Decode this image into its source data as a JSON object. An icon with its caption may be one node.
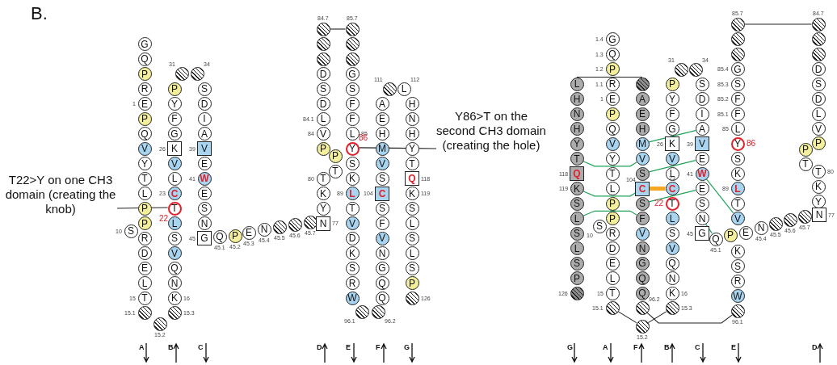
{
  "diagram": {
    "nodes": [
      {
        "text": [
          "G"
        ]
      },
      {
        "text": [
          "Q"
        ]
      },
      {
        "text": [
          "P"
        ]
      },
      {
        "text": [
          "R"
        ]
      },
      {
        "text": [
          "E"
        ],
        "beside": [
          "1"
        ]
      },
      {
        "text": [
          "P"
        ]
      },
      {
        "text": [
          "Q"
        ]
      },
      {
        "text": [
          "V"
        ]
      },
      {
        "text": [
          "Y"
        ]
      },
      {
        "text": [
          "T"
        ]
      },
      {
        "text": [
          "L"
        ]
      },
      {
        "text": [
          "P"
        ]
      },
      {
        "text": [
          "P"
        ]
      },
      {
        "text": [
          "S"
        ],
        "beside": [
          "10"
        ]
      },
      {
        "text": [
          "R"
        ]
      },
      {
        "text": [
          "D"
        ]
      },
      {
        "text": [
          "E"
        ]
      },
      {
        "text": [
          "L"
        ]
      },
      {
        "text": [
          "T"
        ],
        "beside": [
          "15"
        ]
      },
      {
        "text": [],
        "shape": "circle",
        "beside": [
          "15.1"
        ]
      },
      {
        "text": [],
        "shape": "circle",
        "beside": [
          "15.2"
        ]
      },
      {
        "text": [],
        "shape": "circle",
        "beside": [
          "15.3"
        ]
      },
      {
        "text": [
          "K"
        ],
        "beside": [
          "16"
        ]
      },
      {
        "text": [
          "N"
        ]
      },
      {
        "text": [
          "Q"
        ]
      },
      {
        "text": [
          "V"
        ]
      },
      {
        "text": [
          "S"
        ]
      },
      {
        "text": [
          "L"
        ]
      },
      {
        "text": [
          "T"
        ],
        "beside": [
          "22"
        ]
      },
      {
        "text": [
          "C"
        ],
        "beside": [
          "23"
        ]
      },
      {
        "text": [
          "L"
        ]
      },
      {
        "text": [
          "V"
        ]
      },
      {
        "text": [
          "K"
        ],
        "beside": [
          "26"
        ]
      },
      {
        "text": [
          "G"
        ]
      },
      {
        "text": [
          "F"
        ]
      },
      {
        "text": [
          "Y"
        ]
      },
      {
        "text": [
          "P"
        ]
      },
      {
        "text": [],
        "shape": "circle",
        "beside": [
          "31"
        ]
      },
      {
        "text": [],
        "shape": "circle",
        "beside": [
          "34"
        ]
      },
      {
        "text": [
          "S"
        ]
      },
      {
        "text": [
          "D"
        ]
      },
      {
        "text": [
          "I"
        ]
      },
      {
        "text": [
          "A"
        ]
      },
      {
        "text": [
          "V"
        ],
        "beside": [
          "39"
        ]
      },
      {
        "text": [
          "E"
        ]
      },
      {
        "text": [
          "W"
        ],
        "beside": [
          "41"
        ]
      },
      {
        "text": [
          "E"
        ]
      },
      {
        "text": [
          "S"
        ]
      },
      {
        "text": [
          "N"
        ]
      },
      {
        "text": [
          "G"
        ],
        "beside": [
          "45"
        ]
      },
      {
        "text": [
          "Q"
        ],
        "beside": [
          "45.1"
        ]
      },
      {
        "text": [
          "P"
        ],
        "beside": [
          "45.2"
        ]
      },
      {
        "text": [
          "E"
        ],
        "beside": [
          "45.3"
        ]
      },
      {
        "text": [
          "N"
        ],
        "beside": [
          "45.4"
        ]
      },
      {
        "text": [],
        "shape": "circle",
        "beside": [
          "45.5"
        ]
      },
      {
        "text": [],
        "shape": "circle",
        "beside": [
          "45.6"
        ]
      },
      {
        "text": [],
        "shape": "circle",
        "beside": [
          "45.7"
        ]
      },
      {
        "text": [
          "N"
        ],
        "beside": [
          "77"
        ]
      },
      {
        "text": [
          "Y"
        ]
      },
      {
        "text": [
          "K"
        ]
      },
      {
        "text": [
          "T"
        ],
        "beside": [
          "80"
        ]
      },
      {
        "text": [
          "T"
        ]
      },
      {
        "text": [
          "P"
        ]
      },
      {
        "text": [
          "P"
        ]
      },
      {
        "text": [
          "V"
        ],
        "beside": [
          "84"
        ]
      },
      {
        "text": [
          "L"
        ],
        "beside": [
          "84.1"
        ]
      },
      {
        "text": [
          "D"
        ]
      },
      {
        "text": [
          "S"
        ]
      },
      {
        "text": [
          "D"
        ]
      },
      {
        "text": [],
        "shape": "circle"
      },
      {
        "text": [],
        "shape": "circle"
      },
      {
        "text": [],
        "shape": "circle",
        "beside": [
          "84.7"
        ]
      },
      {
        "text": [],
        "shape": "circle",
        "beside": [
          "85.7"
        ]
      },
      {
        "text": [],
        "shape": "circle"
      },
      {
        "text": [],
        "shape": "circle"
      },
      {
        "text": [
          "G"
        ]
      },
      {
        "text": [
          "S"
        ]
      },
      {
        "text": [
          "F"
        ]
      },
      {
        "text": [
          "F"
        ]
      },
      {
        "text": [
          "L"
        ],
        "beside": [
          "85"
        ]
      },
      {
        "text": [
          "Y"
        ],
        "beside": [
          "86"
        ]
      },
      {
        "text": [
          "S"
        ]
      },
      {
        "text": [
          "K"
        ]
      },
      {
        "text": [
          "L"
        ],
        "beside": [
          "89"
        ]
      },
      {
        "text": [
          "T"
        ]
      },
      {
        "text": [
          "V"
        ]
      },
      {
        "text": [
          "D"
        ]
      },
      {
        "text": [
          "K"
        ]
      },
      {
        "text": [
          "S"
        ]
      },
      {
        "text": [
          "R"
        ]
      },
      {
        "text": [
          "W"
        ]
      },
      {
        "text": [],
        "shape": "circle",
        "beside": [
          "96.1"
        ]
      },
      {
        "text": [],
        "shape": "circle",
        "beside": [
          "96.2"
        ]
      },
      {
        "text": [
          "Q"
        ]
      },
      {
        "text": [
          "Q"
        ]
      },
      {
        "text": [
          "G"
        ]
      },
      {
        "text": [
          "N"
        ]
      },
      {
        "text": [
          "V"
        ]
      },
      {
        "text": [
          "F"
        ]
      },
      {
        "text": [
          "S"
        ]
      },
      {
        "text": [
          "C"
        ],
        "beside": [
          "104"
        ]
      },
      {
        "text": [
          "S"
        ]
      },
      {
        "text": [
          "V"
        ]
      },
      {
        "text": [
          "M"
        ]
      },
      {
        "text": [
          "H"
        ]
      },
      {
        "text": [
          "E"
        ]
      },
      {
        "text": [
          "A"
        ]
      },
      {
        "text": [],
        "shape": "circle",
        "beside": [
          "111"
        ]
      },
      {
        "text": [
          "L"
        ],
        "beside": [
          "112"
        ]
      },
      {
        "text": [
          "H"
        ]
      },
      {
        "text": [
          "N"
        ]
      },
      {
        "text": [
          "H"
        ]
      },
      {
        "text": [
          "Y"
        ]
      },
      {
        "text": [
          "T"
        ]
      },
      {
        "text": [
          "Q"
        ],
        "beside": [
          "118"
        ]
      },
      {
        "text": [
          "K"
        ],
        "beside": [
          "119"
        ]
      },
      {
        "text": [
          "S"
        ]
      },
      {
        "text": [
          "L"
        ]
      },
      {
        "text": [
          "S"
        ]
      },
      {
        "text": [
          "L"
        ]
      },
      {
        "text": [
          "S"
        ]
      },
      {
        "text": [
          "P"
        ]
      },
      {
        "text": [],
        "shape": "circle",
        "beside": [
          "126"
        ]
      },
      {
        "text": [
          "T22>Y on one CH3 domain (creating the knob)"
        ]
      },
      {
        "text": [
          "Y86>T on the second CH3 domain (creating the hole)"
        ]
      },
      {
        "text": [
          "G"
        ],
        "beside": [
          "1.4"
        ]
      },
      {
        "text": [
          "Q"
        ],
        "beside": [
          "1.3"
        ]
      },
      {
        "text": [
          "P"
        ],
        "beside": [
          "1.2"
        ]
      },
      {
        "text": [
          "R"
        ],
        "beside": [
          "1.1"
        ]
      },
      {
        "text": [
          "E"
        ],
        "beside": [
          "1"
        ]
      },
      {
        "text": [
          "P"
        ]
      },
      {
        "text": [
          "Q"
        ]
      },
      {
        "text": [
          "V"
        ]
      },
      {
        "text": [
          "Y"
        ]
      },
      {
        "text": [
          "T"
        ]
      },
      {
        "text": [
          "L"
        ]
      },
      {
        "text": [
          "P"
        ]
      },
      {
        "text": [
          "P"
        ]
      },
      {
        "text": [
          "S"
        ],
        "beside": [
          "10"
        ]
      },
      {
        "text": [
          "R"
        ]
      },
      {
        "text": [
          "D"
        ]
      },
      {
        "text": [
          "E"
        ]
      },
      {
        "text": [
          "L"
        ]
      },
      {
        "text": [
          "T"
        ],
        "beside": [
          "15"
        ]
      },
      {
        "text": [],
        "shape": "circle",
        "beside": [
          "15.1"
        ]
      },
      {
        "text": [],
        "shape": "circle",
        "beside": [
          "15.2"
        ]
      },
      {
        "text": [],
        "shape": "circle",
        "beside": [
          "15.3"
        ]
      },
      {
        "text": [
          "K"
        ],
        "beside": [
          "16"
        ]
      },
      {
        "text": [
          "N"
        ]
      },
      {
        "text": [
          "Q"
        ]
      },
      {
        "text": [
          "V"
        ]
      },
      {
        "text": [
          "S"
        ]
      },
      {
        "text": [
          "L"
        ]
      },
      {
        "text": [
          "T"
        ],
        "beside": [
          "22"
        ]
      },
      {
        "text": [
          "C"
        ],
        "beside": [
          "23"
        ]
      },
      {
        "text": [
          "L"
        ]
      },
      {
        "text": [
          "V"
        ]
      },
      {
        "text": [
          "K"
        ],
        "beside": [
          "26"
        ]
      },
      {
        "text": [
          "G"
        ]
      },
      {
        "text": [
          "F"
        ]
      },
      {
        "text": [
          "Y"
        ]
      },
      {
        "text": [
          "P"
        ]
      },
      {
        "text": [],
        "shape": "circle",
        "beside": [
          "31"
        ]
      },
      {
        "text": [],
        "shape": "circle",
        "beside": [
          "34"
        ]
      },
      {
        "text": [
          "S"
        ]
      },
      {
        "text": [
          "D"
        ]
      },
      {
        "text": [
          "I"
        ]
      },
      {
        "text": [
          "A"
        ]
      },
      {
        "text": [
          "V"
        ],
        "beside": [
          "39"
        ]
      },
      {
        "text": [
          "E"
        ]
      },
      {
        "text": [
          "W"
        ],
        "beside": [
          "41"
        ]
      },
      {
        "text": [
          "E"
        ]
      },
      {
        "text": [
          "S"
        ]
      },
      {
        "text": [
          "N"
        ]
      },
      {
        "text": [
          "G"
        ],
        "beside": [
          "45"
        ]
      },
      {
        "text": [
          "Q"
        ],
        "beside": [
          "45.1"
        ]
      },
      {
        "text": [
          "P"
        ]
      },
      {
        "text": [
          "E"
        ]
      },
      {
        "text": [
          "N"
        ],
        "beside": [
          "45.4"
        ]
      },
      {
        "text": [],
        "shape": "circle",
        "beside": [
          "45.5"
        ]
      },
      {
        "text": [],
        "shape": "circle",
        "beside": [
          "45.6"
        ]
      },
      {
        "text": [],
        "shape": "circle",
        "beside": [
          "45.7"
        ]
      },
      {
        "text": [
          "N"
        ],
        "beside": [
          "77"
        ]
      },
      {
        "text": [
          "Y"
        ]
      },
      {
        "text": [
          "K"
        ]
      },
      {
        "text": [
          "T"
        ],
        "beside": [
          "80"
        ]
      },
      {
        "text": [
          "T"
        ]
      },
      {
        "text": [
          "P"
        ]
      },
      {
        "text": [
          "P"
        ]
      },
      {
        "text": [
          "V"
        ]
      },
      {
        "text": [
          "L"
        ]
      },
      {
        "text": [
          "D"
        ]
      },
      {
        "text": [
          "S"
        ]
      },
      {
        "text": [
          "D"
        ]
      },
      {
        "text": [],
        "shape": "circle"
      },
      {
        "text": [],
        "shape": "circle"
      },
      {
        "text": [],
        "shape": "circle",
        "beside": [
          "84.7"
        ]
      },
      {
        "text": [],
        "shape": "circle",
        "beside": [
          "85.7"
        ]
      },
      {
        "text": [],
        "shape": "circle"
      },
      {
        "text": [],
        "shape": "circle"
      },
      {
        "text": [
          "G"
        ],
        "beside": [
          "85.4"
        ]
      },
      {
        "text": [
          "S"
        ],
        "beside": [
          "85.3"
        ]
      },
      {
        "text": [
          "F"
        ],
        "beside": [
          "85.2"
        ]
      },
      {
        "text": [
          "F"
        ],
        "beside": [
          "85.1"
        ]
      },
      {
        "text": [
          "L"
        ],
        "beside": [
          "85"
        ]
      },
      {
        "text": [
          "Y"
        ],
        "beside": [
          "86"
        ]
      },
      {
        "text": [
          "S"
        ]
      },
      {
        "text": [
          "K"
        ]
      },
      {
        "text": [
          "L"
        ],
        "beside": [
          "89"
        ]
      },
      {
        "text": [
          "T"
        ]
      },
      {
        "text": [
          "V"
        ]
      },
      {
        "text": [
          "K"
        ]
      },
      {
        "text": [
          "S"
        ]
      },
      {
        "text": [
          "R"
        ]
      },
      {
        "text": [
          "W"
        ]
      },
      {
        "text": [],
        "shape": "circle",
        "beside": [
          "96.1"
        ]
      },
      {
        "text": [],
        "shape": "circle",
        "beside": [
          "96.2"
        ]
      },
      {
        "text": [
          "Q"
        ]
      },
      {
        "text": [
          "Q"
        ]
      },
      {
        "text": [
          "G"
        ]
      },
      {
        "text": [
          "N"
        ]
      },
      {
        "text": [
          "V"
        ]
      },
      {
        "text": [
          "F"
        ]
      },
      {
        "text": [
          "S"
        ]
      },
      {
        "text": [
          "C"
        ],
        "beside": [
          "104"
        ]
      },
      {
        "text": [
          "S"
        ]
      },
      {
        "text": [
          "V"
        ]
      },
      {
        "text": [
          "M"
        ]
      },
      {
        "text": [
          "H"
        ]
      },
      {
        "text": [
          "E"
        ]
      },
      {
        "text": [
          "A"
        ]
      },
      {
        "text": [],
        "shape": "circle"
      },
      {
        "text": [
          "L"
        ]
      },
      {
        "text": [
          "H"
        ]
      },
      {
        "text": [
          "N"
        ]
      },
      {
        "text": [
          "H"
        ]
      },
      {
        "text": [
          "Y"
        ]
      },
      {
        "text": [
          "T"
        ]
      },
      {
        "text": [
          "Q"
        ],
        "beside": [
          "118"
        ]
      },
      {
        "text": [
          "K"
        ],
        "beside": [
          "119"
        ]
      },
      {
        "text": [
          "S"
        ]
      },
      {
        "text": [
          "L"
        ]
      },
      {
        "text": [
          "S"
        ]
      },
      {
        "text": [
          "L"
        ]
      },
      {
        "text": [
          "S"
        ]
      },
      {
        "text": [
          "P"
        ]
      },
      {
        "text": [],
        "shape": "circle",
        "beside": [
          "126"
        ]
      }
    ],
    "edges": [
      {
        "from": 71,
        "to": 72,
        "arrow": "none"
      },
      {
        "from": 123,
        "to": 28,
        "arrow": "none"
      },
      {
        "from": 124,
        "to": 80,
        "arrow": "none"
      },
      {
        "from": 144,
        "to": 145,
        "arrow": "none"
      },
      {
        "from": 145,
        "to": 146,
        "arrow": "none"
      },
      {
        "from": 231,
        "to": 232,
        "arrow": "none"
      },
      {
        "from": 196,
        "to": 197,
        "arrow": "none"
      },
      {
        "from": 215,
        "to": 216,
        "arrow": "none"
      },
      {
        "from": 227,
        "to": 167,
        "arrow": "none",
        "color": "#1fa35a"
      },
      {
        "from": 237,
        "to": 226,
        "arrow": "none",
        "color": "#1fa35a"
      },
      {
        "from": 225,
        "to": 169,
        "arrow": "none",
        "color": "#1fa35a"
      },
      {
        "from": 239,
        "to": 224,
        "arrow": "none",
        "color": "#1fa35a"
      },
      {
        "from": 224,
        "to": 154,
        "arrow": "none",
        "style": "thick",
        "color": "#f5a623"
      },
      {
        "from": 223,
        "to": 171,
        "arrow": "none",
        "color": "#1fa35a"
      },
      {
        "from": 241,
        "to": 222,
        "arrow": "none",
        "color": "#1fa35a"
      },
      {
        "from": 170,
        "to": 210,
        "arrow": "none",
        "color": "#1fa35a"
      },
      {
        "from": 173,
        "to": 175,
        "arrow": "none",
        "color": "#1fa35a"
      }
    ],
    "labels": [
      "B.",
      "A",
      "B",
      "C",
      "D",
      "E",
      "F",
      "G",
      "G",
      "A",
      "F",
      "B",
      "C",
      "E",
      "D"
    ]
  }
}
